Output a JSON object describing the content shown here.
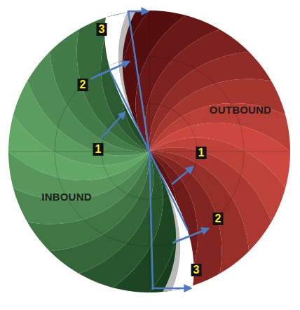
{
  "diagram": {
    "labels": [
      "3",
      "2",
      "OUTBOUND",
      "1",
      "1",
      "INBOUND",
      "2",
      "3"
    ]
  }
}
